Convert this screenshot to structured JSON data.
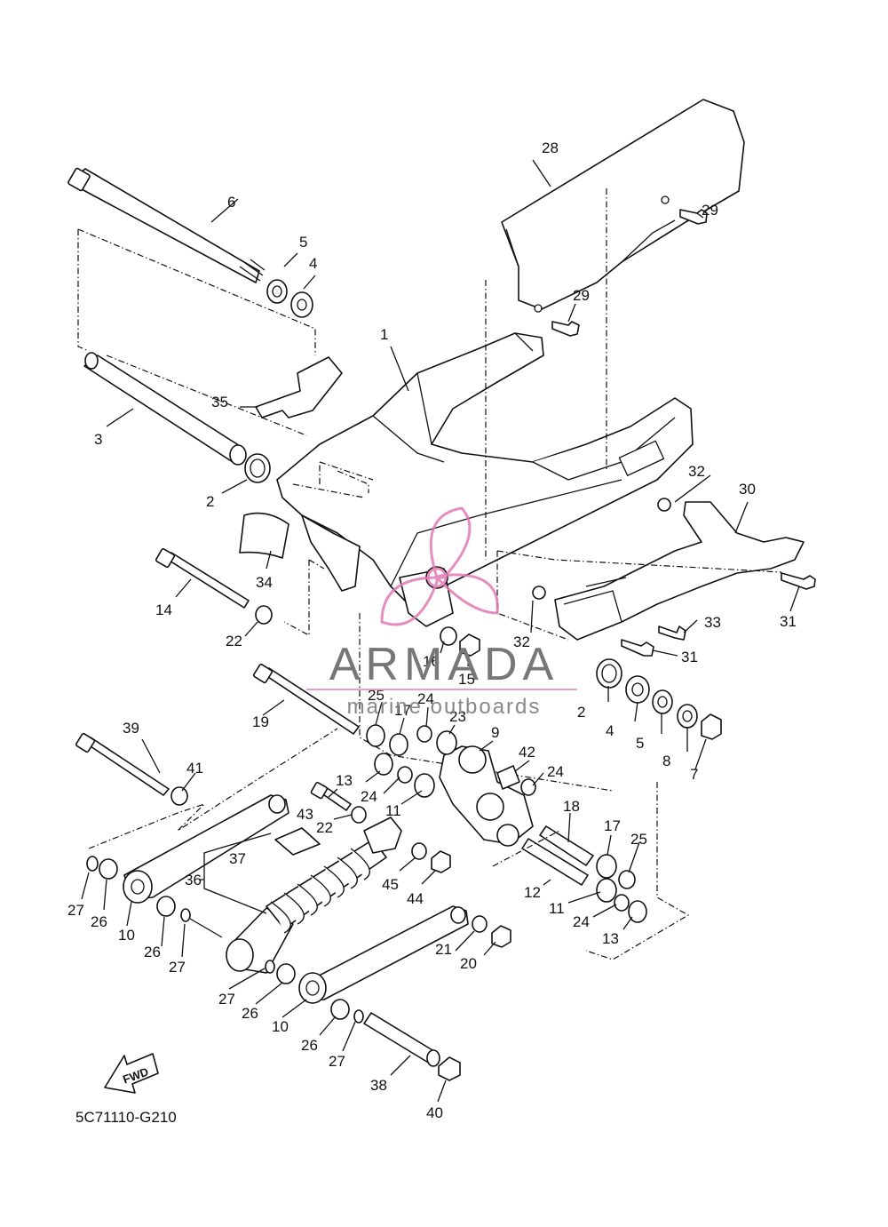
{
  "diagram": {
    "callouts": [
      {
        "id": "c1",
        "text": "1"
      },
      {
        "id": "c2a",
        "text": "2"
      },
      {
        "id": "c2b",
        "text": "2"
      },
      {
        "id": "c3",
        "text": "3"
      },
      {
        "id": "c4a",
        "text": "4"
      },
      {
        "id": "c4b",
        "text": "4"
      },
      {
        "id": "c5a",
        "text": "5"
      },
      {
        "id": "c5b",
        "text": "5"
      },
      {
        "id": "c6",
        "text": "6"
      },
      {
        "id": "c7",
        "text": "7"
      },
      {
        "id": "c8",
        "text": "8"
      },
      {
        "id": "c9",
        "text": "9"
      },
      {
        "id": "c10a",
        "text": "10"
      },
      {
        "id": "c10b",
        "text": "10"
      },
      {
        "id": "c11a",
        "text": "11"
      },
      {
        "id": "c11b",
        "text": "11"
      },
      {
        "id": "c12",
        "text": "12"
      },
      {
        "id": "c13a",
        "text": "13"
      },
      {
        "id": "c13b",
        "text": "13"
      },
      {
        "id": "c14",
        "text": "14"
      },
      {
        "id": "c15",
        "text": "15"
      },
      {
        "id": "c16",
        "text": "16"
      },
      {
        "id": "c17a",
        "text": "17"
      },
      {
        "id": "c17b",
        "text": "17"
      },
      {
        "id": "c18",
        "text": "18"
      },
      {
        "id": "c19",
        "text": "19"
      },
      {
        "id": "c20",
        "text": "20"
      },
      {
        "id": "c21",
        "text": "21"
      },
      {
        "id": "c22a",
        "text": "22"
      },
      {
        "id": "c22b",
        "text": "22"
      },
      {
        "id": "c23",
        "text": "23"
      },
      {
        "id": "c24a",
        "text": "24"
      },
      {
        "id": "c24b",
        "text": "24"
      },
      {
        "id": "c24c",
        "text": "24"
      },
      {
        "id": "c24d",
        "text": "24"
      },
      {
        "id": "c25a",
        "text": "25"
      },
      {
        "id": "c25b",
        "text": "25"
      },
      {
        "id": "c26a",
        "text": "26"
      },
      {
        "id": "c26b",
        "text": "26"
      },
      {
        "id": "c26c",
        "text": "26"
      },
      {
        "id": "c26d",
        "text": "26"
      },
      {
        "id": "c27a",
        "text": "27"
      },
      {
        "id": "c27b",
        "text": "27"
      },
      {
        "id": "c27c",
        "text": "27"
      },
      {
        "id": "c27d",
        "text": "27"
      },
      {
        "id": "c28",
        "text": "28"
      },
      {
        "id": "c29a",
        "text": "29"
      },
      {
        "id": "c29b",
        "text": "29"
      },
      {
        "id": "c30",
        "text": "30"
      },
      {
        "id": "c31a",
        "text": "31"
      },
      {
        "id": "c31b",
        "text": "31"
      },
      {
        "id": "c32a",
        "text": "32"
      },
      {
        "id": "c32b",
        "text": "32"
      },
      {
        "id": "c33",
        "text": "33"
      },
      {
        "id": "c34",
        "text": "34"
      },
      {
        "id": "c35",
        "text": "35"
      },
      {
        "id": "c36",
        "text": "36"
      },
      {
        "id": "c37",
        "text": "37"
      },
      {
        "id": "c38",
        "text": "38"
      },
      {
        "id": "c39",
        "text": "39"
      },
      {
        "id": "c40",
        "text": "40"
      },
      {
        "id": "c41",
        "text": "41"
      },
      {
        "id": "c42",
        "text": "42"
      },
      {
        "id": "c43",
        "text": "43"
      },
      {
        "id": "c44",
        "text": "44"
      },
      {
        "id": "c45",
        "text": "45"
      }
    ],
    "diagram_code": "5C71110-G210",
    "fwd_label": "FWD"
  },
  "watermark": {
    "title": "ARMADA",
    "subtitle": "marine outboards",
    "accent_color": "#e07ab4",
    "text_color": "#777777"
  }
}
